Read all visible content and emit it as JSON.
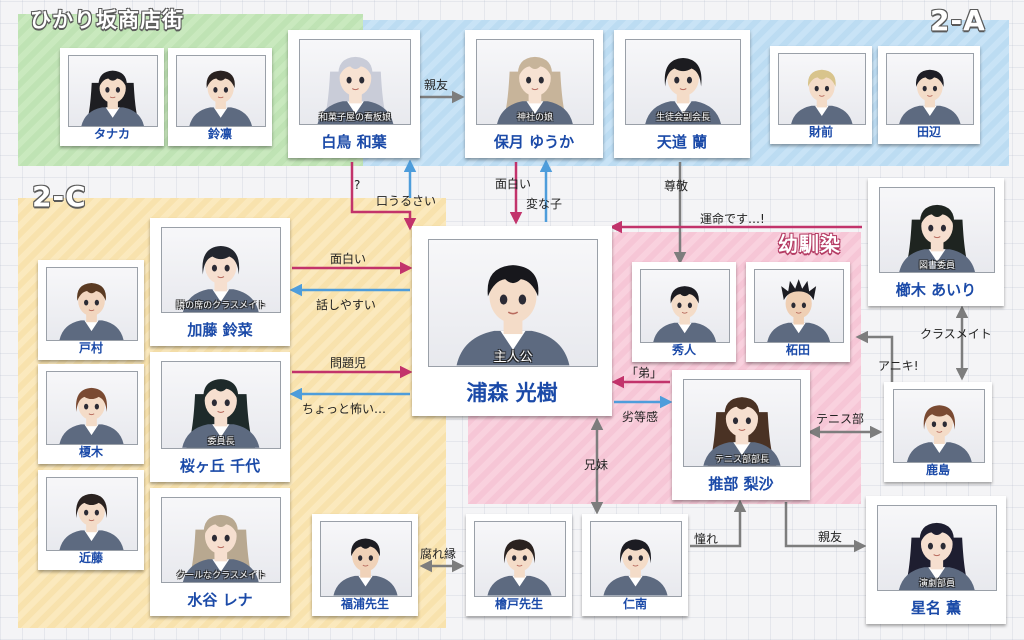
{
  "zones": {
    "shopping_street": "ひかり坂商店街",
    "class_2a": "2-A",
    "class_2c": "2-C",
    "childhood_friend": "幼馴染"
  },
  "characters": {
    "tanaka": {
      "name": "タナカ"
    },
    "rinne": {
      "name": "鈴凛"
    },
    "shiratori": {
      "name": "白鳥 和葉",
      "role": "和菓子屋の看板娘"
    },
    "hozuki": {
      "name": "保月 ゆうか",
      "role": "神社の娘"
    },
    "tendo": {
      "name": "天道 蘭",
      "role": "生徒会副会長"
    },
    "zaizen": {
      "name": "財前"
    },
    "tanabe": {
      "name": "田辺"
    },
    "tomura": {
      "name": "戸村"
    },
    "kato": {
      "name": "加藤 鈴菜",
      "role": "隣の席のクラスメイト"
    },
    "enoki": {
      "name": "榎木"
    },
    "sakuragaoka": {
      "name": "桜ヶ丘 千代",
      "role": "委員長"
    },
    "kondo": {
      "name": "近藤"
    },
    "mizutani": {
      "name": "水谷 レナ",
      "role": "クールなクラスメイト"
    },
    "protagonist": {
      "name": "浦森 光樹",
      "role": "主人公"
    },
    "hideto": {
      "name": "秀人"
    },
    "takuta": {
      "name": "柘田"
    },
    "kushiki": {
      "name": "櫛木 あいり",
      "role": "図書委員"
    },
    "kashima": {
      "name": "鹿島"
    },
    "oshibe": {
      "name": "推部 梨沙",
      "role": "テニス部部長"
    },
    "fukuura": {
      "name": "福浦先生"
    },
    "hinokido": {
      "name": "檜戸先生"
    },
    "ninan": {
      "name": "仁南"
    },
    "hoshina": {
      "name": "星名 薫",
      "role": "演劇部員"
    }
  },
  "relations": {
    "shinyu_top": "親友",
    "question": "?",
    "kuchiurusai": "口うるさい",
    "omoshiroi_top": "面白い",
    "hennako": "変な子",
    "sonkei": "尊敬",
    "unmei": "運命です…!",
    "omoshiroi_left": "面白い",
    "hanashiyasui": "話しやすい",
    "mondaiji": "問題児",
    "chottokowai": "ちょっと怖い…",
    "otouto": "「弟」",
    "rettoukan": "劣等感",
    "classmate": "クラスメイト",
    "aniki": "アニキ!",
    "tennisbu": "テニス部",
    "kyoudai": "兄妹",
    "akogare": "憧れ",
    "shinyu_bottom": "親友",
    "kusareen": "腐れ縁"
  },
  "colors": {
    "zone_green": "#bfe3b4",
    "zone_blue": "#bcdcf2",
    "zone_yellow": "#f8e2ad",
    "zone_pink": "#f6c6d6",
    "arrow_pink": "#c2336b",
    "arrow_blue": "#4e9ddb",
    "arrow_gray": "#7d7d7d",
    "name_text": "#1b4aa8"
  }
}
